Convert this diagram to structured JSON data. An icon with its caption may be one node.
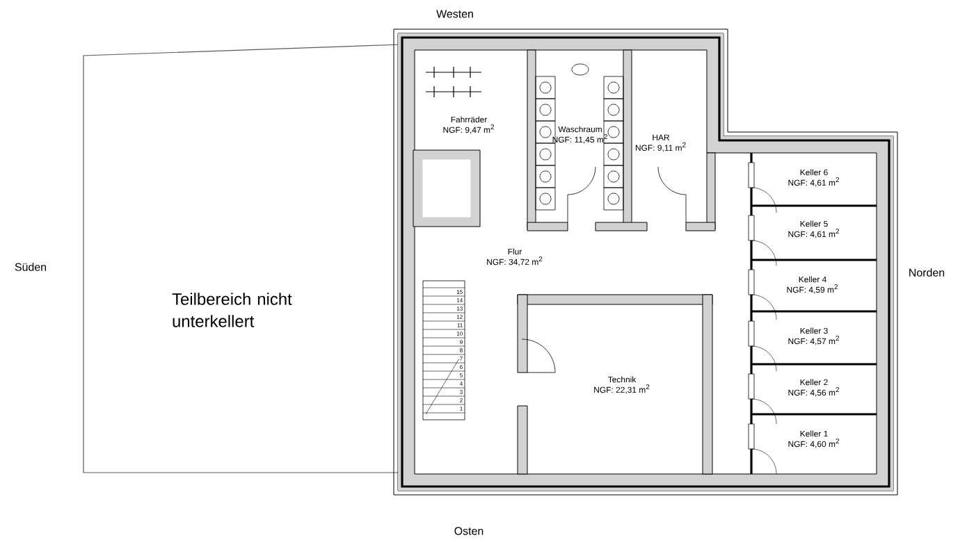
{
  "diagram": {
    "nodes": [
      {
        "text": [
          "Teilbereich nicht unterkellert"
        ]
      },
      {
        "text": [
          "Fahrräder",
          "NGF: 9,47 m$^{2}$"
        ]
      },
      {
        "text": [
          "Waschraum",
          "NGF: 11,45 m$^{2}$"
        ]
      },
      {
        "text": [
          "HAR",
          "NGF: 9,11 m$^{2}$"
        ]
      },
      {
        "text": [
          "Flur",
          "NGF: 34,72 m$^{2}$"
        ]
      },
      {
        "text": [
          "Technik",
          "NGF: 22,31 m$^{2}$"
        ]
      },
      {
        "text": [
          "Keller 6",
          "NGF: 4,61 m$^{2}$"
        ]
      },
      {
        "text": [
          "Keller 5",
          "NGF: 4,61 m$^{2}$"
        ]
      },
      {
        "text": [
          "Keller 4",
          "NGF: 4,59 m$^{2}$"
        ]
      },
      {
        "text": [
          "Keller 3",
          "NGF: 4,57 m$^{2}$"
        ]
      },
      {
        "text": [
          "Keller 2",
          "NGF: 4,56 m$^{2}$"
        ]
      },
      {
        "text": [
          "Keller 1",
          "NGF: 4,60 m$^{2}$"
        ]
      }
    ],
    "edges": [],
    "labels": [
      "Westen",
      "Süden",
      "Norden",
      "15",
      "14",
      "13",
      "12",
      "11",
      "10",
      "9",
      "8",
      "7",
      "6",
      "5",
      "4",
      "3",
      "2",
      "1",
      "Osten"
    ]
  }
}
